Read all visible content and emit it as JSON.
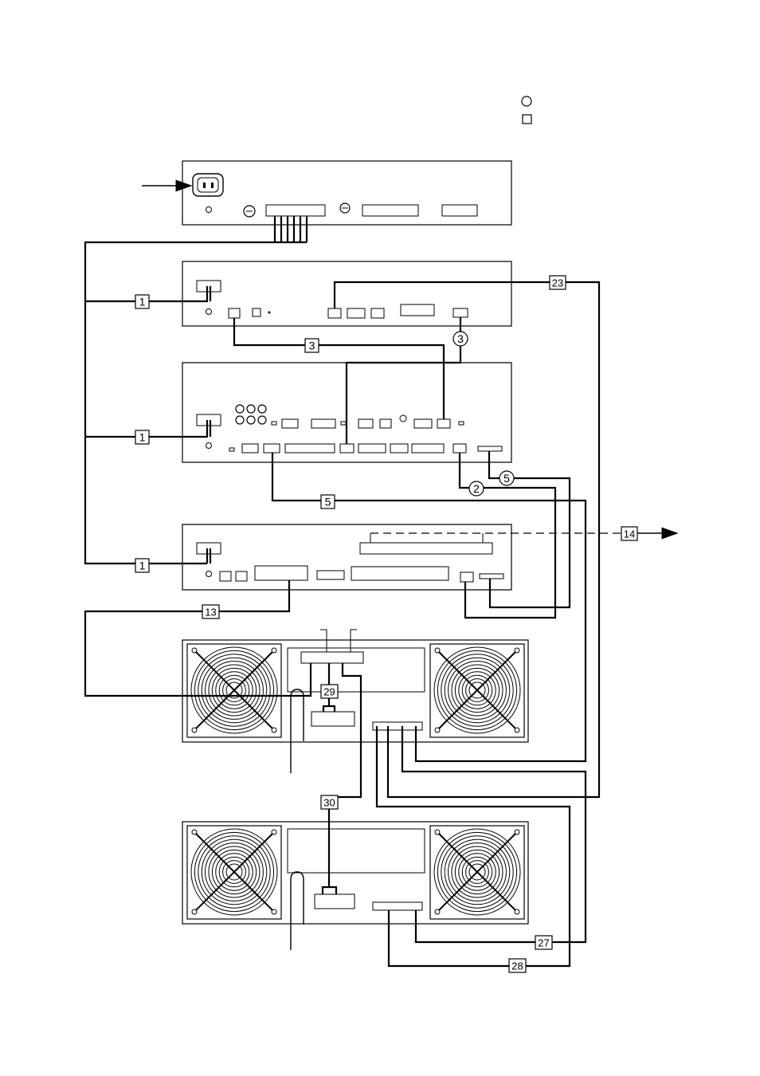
{
  "legend": {
    "circle_symbol": "○",
    "square_symbol": "□"
  },
  "labels": {
    "l1a": "1",
    "l1b": "1",
    "l1c": "1",
    "l3": "3",
    "c3": "3",
    "c2": "2",
    "c5": "5",
    "l5": "5",
    "l13": "13",
    "l14": "14",
    "l23": "23",
    "l27": "27",
    "l28": "28",
    "l29": "29",
    "l30": "30"
  }
}
